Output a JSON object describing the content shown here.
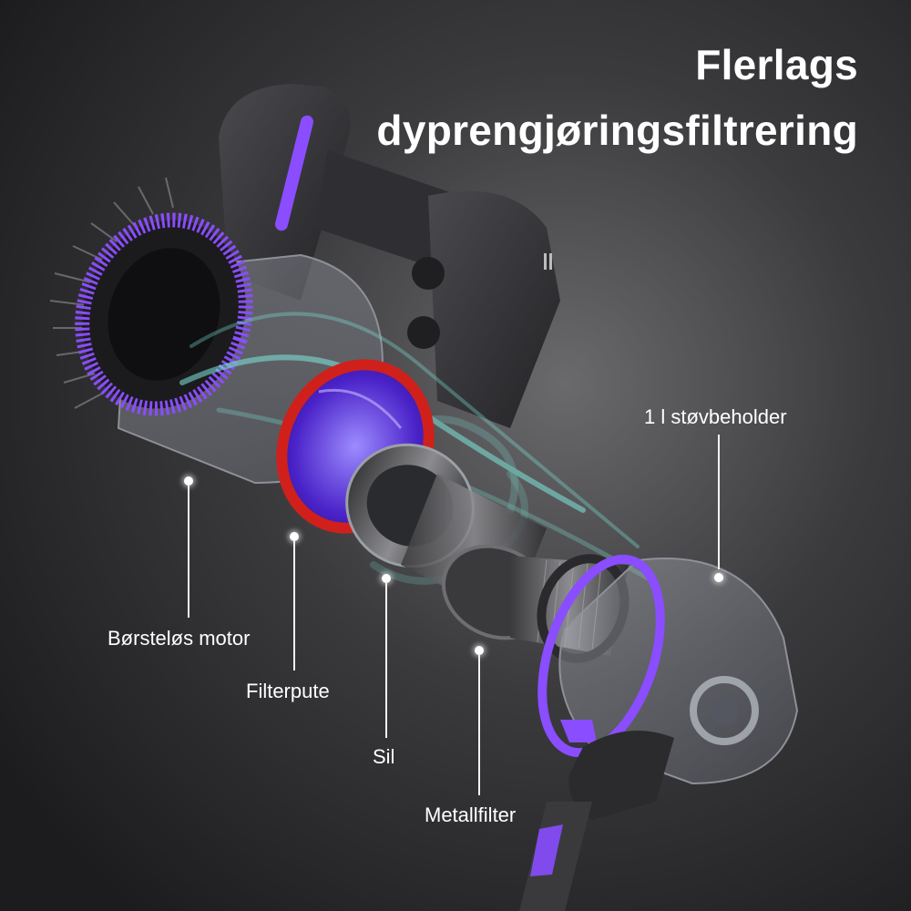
{
  "headline": {
    "line1": "Flerlags",
    "line2": "dyprengjøringsfiltrering"
  },
  "callouts": {
    "motor": "Børsteløs motor",
    "filter_pad": "Filterpute",
    "strainer": "Sil",
    "metal_filter": "Metallfilter",
    "dust_container": "1 l støvbeholder"
  },
  "colors": {
    "accent_purple": "#8a4dff",
    "filter_red": "#d0201c",
    "airflow_teal": "#7fe7dc",
    "background": "#2a2a2c"
  }
}
